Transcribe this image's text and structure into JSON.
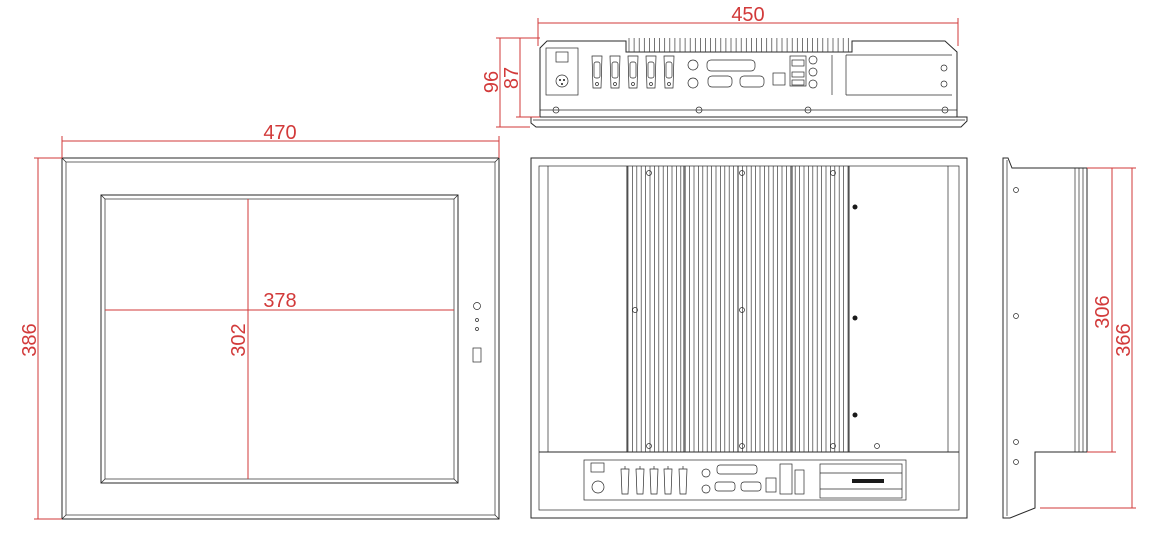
{
  "dimensions": {
    "rear_width": "450",
    "rear_height_outer": "96",
    "rear_height_inner": "87",
    "front_width": "470",
    "front_height": "386",
    "screen_width": "378",
    "screen_height": "302",
    "side_height_inner": "306",
    "side_height_outer": "366"
  },
  "colors": {
    "line": "#2a2a2a",
    "dimension": "#d23a3a",
    "background": "#ffffff"
  }
}
